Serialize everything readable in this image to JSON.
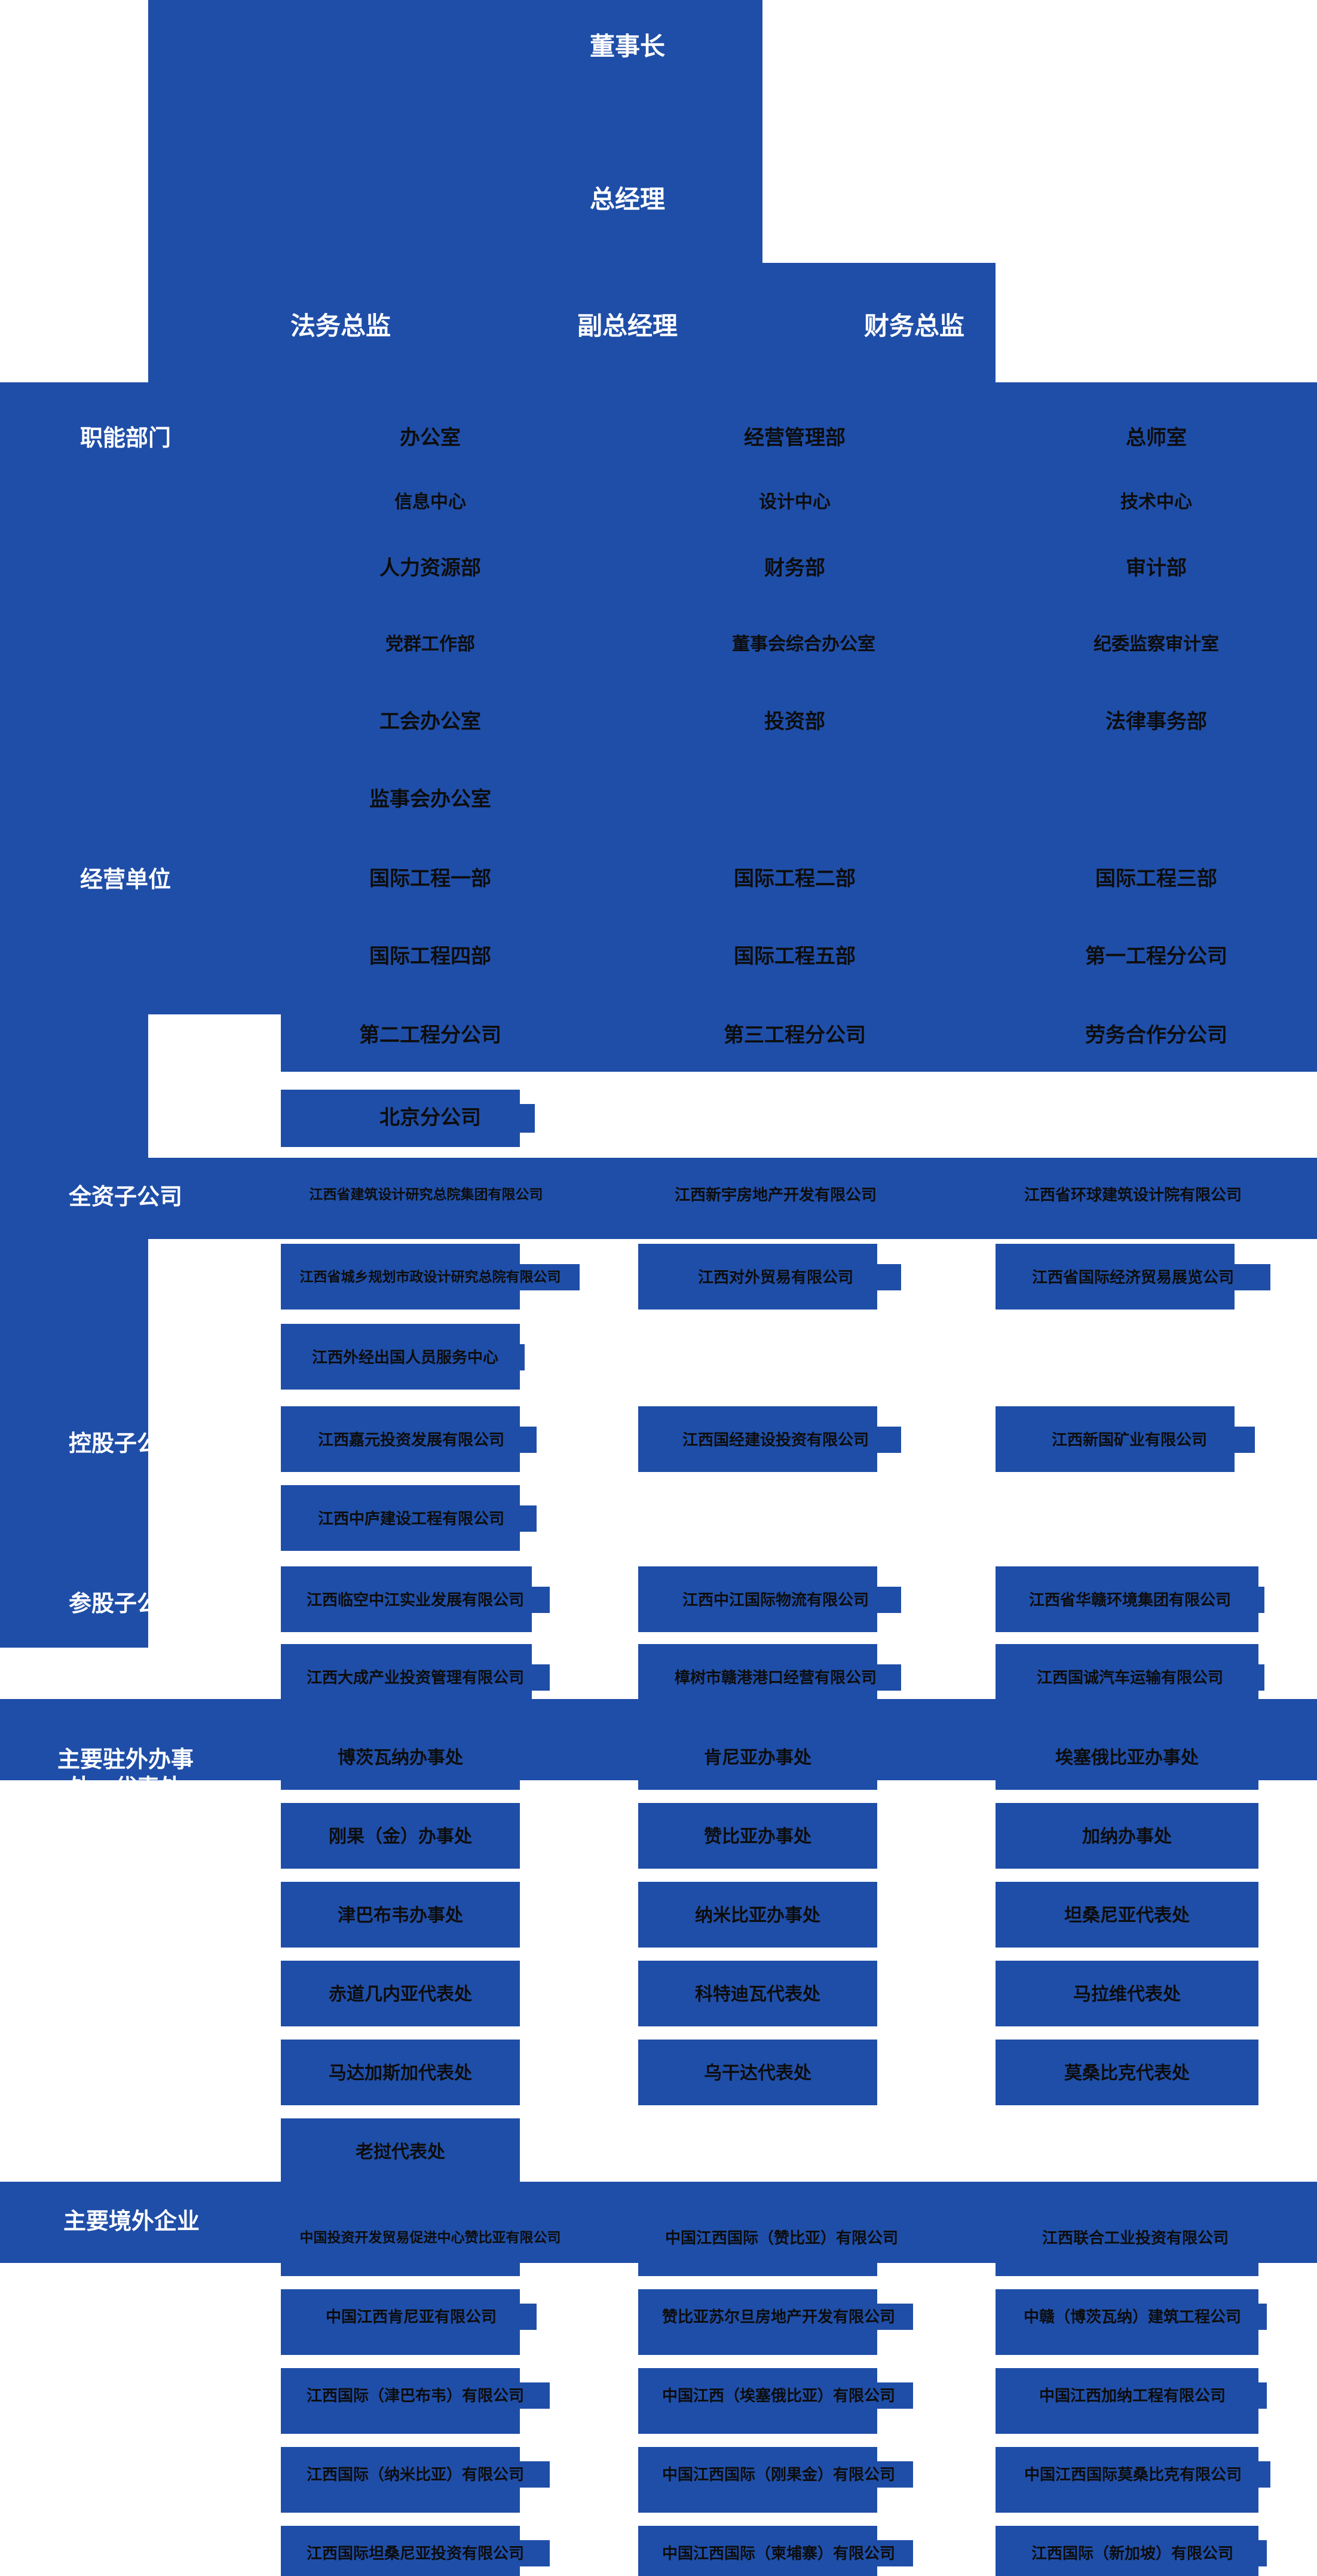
{
  "theme": {
    "panel_blue": "#1F4EA8",
    "page_bg": "#FFFFFF",
    "exec_text": "#FFFFFF",
    "node_text": "#0D0D0D"
  },
  "executives": {
    "chairman": "董事长",
    "general_manager": "总经理",
    "legal_director": "法务总监",
    "deputy_general_manager": "副总经理",
    "finance_director": "财务总监"
  },
  "sections": [
    {
      "key": "functional_departments",
      "label": "职能部门",
      "rows": [
        [
          "办公室",
          "经营管理部",
          "总师室"
        ],
        [
          "信息中心",
          "设计中心",
          "技术中心"
        ],
        [
          "人力资源部",
          "财务部",
          "审计部"
        ],
        [
          "党群工作部",
          "董事会综合办公室",
          "纪委监察审计室"
        ],
        [
          "工会办公室",
          "投资部",
          "法律事务部"
        ],
        [
          "监事会办公室",
          "",
          ""
        ]
      ]
    },
    {
      "key": "business_units",
      "label": "经营单位",
      "rows": [
        [
          "国际工程一部",
          "国际工程二部",
          "国际工程三部"
        ],
        [
          "国际工程四部",
          "国际工程五部",
          "第一工程分公司"
        ],
        [
          "第二工程分公司",
          "第三工程分公司",
          "劳务合作分公司"
        ],
        [
          "北京分公司",
          "",
          ""
        ]
      ]
    },
    {
      "key": "wholly_owned_subsidiaries",
      "label": "全资子公司",
      "rows": [
        [
          "江西省建筑设计研究总院集团有限公司",
          "江西新宇房地产开发有限公司",
          "江西省环球建筑设计院有限公司"
        ],
        [
          "江西省城乡规划市政设计研究总院有限公司",
          "江西对外贸易有限公司",
          "江西省国际经济贸易展览公司"
        ],
        [
          "江西外经出国人员服务中心",
          "",
          ""
        ]
      ]
    },
    {
      "key": "holding_subsidiaries",
      "label": "控股子公司",
      "rows": [
        [
          "江西嘉元投资发展有限公司",
          "江西国经建设投资有限公司",
          "江西新国矿业有限公司"
        ],
        [
          "江西中庐建设工程有限公司",
          "",
          ""
        ]
      ]
    },
    {
      "key": "equity_participation_subsidiaries",
      "label": "参股子公司",
      "rows": [
        [
          "江西临空中江实业发展有限公司",
          "江西中江国际物流有限公司",
          "江西省华赣环境集团有限公司"
        ],
        [
          "江西大成产业投资管理有限公司",
          "樟树市赣港港口经营有限公司",
          "江西国诚汽车运输有限公司"
        ]
      ]
    },
    {
      "key": "overseas_offices",
      "label": "主要驻外办事处、代表处",
      "rows": [
        [
          "博茨瓦纳办事处",
          "肯尼亚办事处",
          "埃塞俄比亚办事处"
        ],
        [
          "刚果（金）办事处",
          "赞比亚办事处",
          "加纳办事处"
        ],
        [
          "津巴布韦办事处",
          "纳米比亚办事处",
          "坦桑尼亚代表处"
        ],
        [
          "赤道几内亚代表处",
          "科特迪瓦代表处",
          "马拉维代表处"
        ],
        [
          "马达加斯加代表处",
          "乌干达代表处",
          "莫桑比克代表处"
        ],
        [
          "老挝代表处",
          "",
          ""
        ]
      ]
    },
    {
      "key": "overseas_enterprises",
      "label": "主要境外企业",
      "rows": [
        [
          "中国投资开发贸易促进中心赞比亚有限公司",
          "中国江西国际（赞比亚）有限公司",
          "江西联合工业投资有限公司"
        ],
        [
          "中国江西肯尼亚有限公司",
          "赞比亚苏尔旦房地产开发有限公司",
          "中赣（博茨瓦纳）建筑工程公司"
        ],
        [
          "江西国际（津巴布韦）有限公司",
          "中国江西（埃塞俄比亚）有限公司",
          "中国江西加纳工程有限公司"
        ],
        [
          "江西国际（纳米比亚）有限公司",
          "中国江西国际（刚果金）有限公司",
          "中国江西国际莫桑比克有限公司"
        ],
        [
          "江西国际坦桑尼亚投资有限公司",
          "中国江西国际（柬埔寨）有限公司",
          "江西国际（新加坡）有限公司"
        ]
      ]
    }
  ]
}
